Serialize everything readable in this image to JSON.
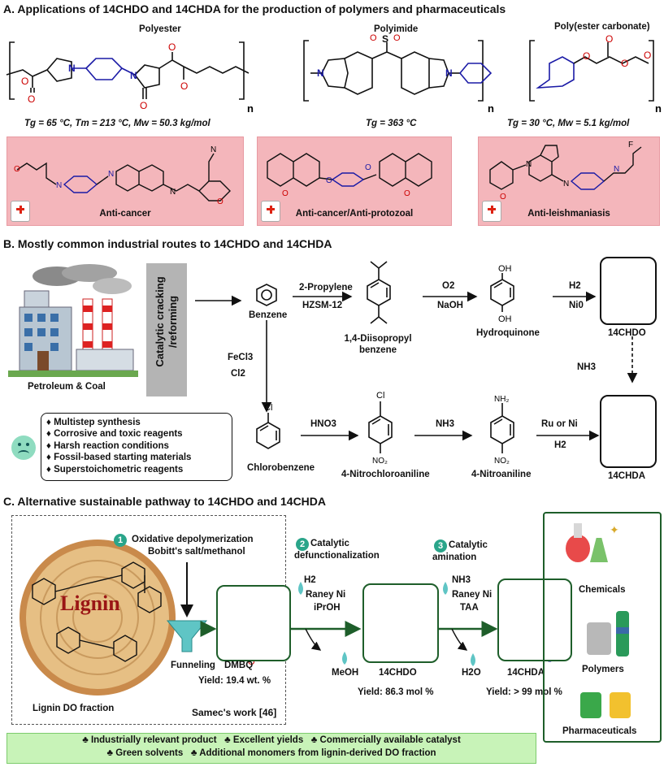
{
  "sectionA": {
    "title": "A. Applications of 14CHDO and 14CHDA for the production of polymers and pharmaceuticals",
    "polymers": [
      {
        "name": "Polyester",
        "n": "n",
        "props": "Tg = 65 °C, Tm = 213 °C, Mw = 50.3 kg/mol"
      },
      {
        "name": "Polyimide",
        "n": "n",
        "props": "Tg = 363 °C"
      },
      {
        "name": "Poly(ester carbonate)",
        "n": "n",
        "props": "Tg = 30 °C, Mw = 5.1 kg/mol"
      }
    ],
    "drugs": [
      "Anti-cancer",
      "Anti-cancer/Anti-protozoal",
      "Anti-leishmaniasis"
    ]
  },
  "sectionB": {
    "title": "B. Mostly common industrial routes to 14CHDO and 14CHDA",
    "source": "Petroleum & Coal",
    "process": "Catalytic cracking /reforming",
    "compounds": {
      "benzene": "Benzene",
      "diisopropyl": "1,4-Diisopropyl benzene",
      "hydroquinone": "Hydroquinone",
      "chdo": "14CHDO",
      "chlorobenzene": "Chlorobenzene",
      "nitrochloro": "4-Nitrochloroaniline",
      "nitroaniline": "4-Nitroaniline",
      "chda": "14CHDA"
    },
    "reagents": {
      "r1a": "2-Propylene",
      "r1b": "HZSM-12",
      "r2a": "O2",
      "r2b": "NaOH",
      "r3a": "H2",
      "r3b": "Ni0",
      "r4a": "FeCl3",
      "r4b": "Cl2",
      "r5": "HNO3",
      "r6": "NH3",
      "r7a": "Ru or Ni",
      "r7b": "H2",
      "r8": "NH3"
    },
    "drawbacks": [
      "Multistep synthesis",
      "Corrosive and toxic reagents",
      "Harsh reaction conditions",
      "Fossil-based starting materials",
      "Superstoichometric reagents"
    ]
  },
  "sectionC": {
    "title": "C. Alternative sustainable pathway to 14CHDO and 14CHDA",
    "lignin_word": "Lignin",
    "lignin_caption": "Lignin DO fraction",
    "steps": [
      {
        "num": "1",
        "title": "Oxidative depolymerization",
        "sub": "Bobitt's salt/methanol"
      },
      {
        "num": "2",
        "title": "Catalytic defunctionalization",
        "sub": ""
      },
      {
        "num": "3",
        "title": "Catalytic amination",
        "sub": ""
      }
    ],
    "step2_reagents": [
      "H2",
      "Raney Ni",
      "iPrOH"
    ],
    "step3_reagents": [
      "NH3",
      "Raney Ni",
      "TAA"
    ],
    "funneling": "Funneling",
    "dmbq": "DMBQ",
    "dmbq_yield": "Yield: 19.4 wt. %",
    "samec": "Samec's work [46]",
    "meoh": "MeOH",
    "h2o": "H2O",
    "chdo": "14CHDO",
    "chdo_yield": "Yield: 86.3 mol %",
    "chda": "14CHDA",
    "chda_yield": "Yield: > 99 mol %",
    "applications": [
      "Chemicals",
      "Polymers",
      "Pharmaceuticals"
    ],
    "highlights_row1": [
      "Industrially relevant product",
      "Excellent yields",
      "Commercially available catalyst"
    ],
    "highlights_row2": [
      "Green solvents",
      "Additional monomers from lignin-derived DO fraction"
    ]
  },
  "colors": {
    "accent_blue": "#1a1aa6",
    "green": "#1e5e2a",
    "teal": "#2aa58a",
    "pink": "#f4b6bb",
    "strip": "#c8f3b8"
  }
}
